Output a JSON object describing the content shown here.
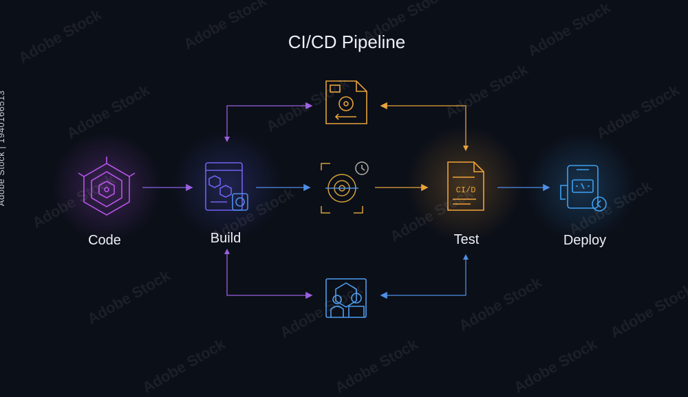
{
  "title": "CI/CD Pipeline",
  "stages": [
    {
      "label": "Code",
      "icon": "code-hexagon-icon",
      "color": "#b655e8"
    },
    {
      "label": "Build",
      "icon": "build-window-gears-icon",
      "color": "#6f63f2"
    },
    {
      "label": "",
      "icon": "integration-gears-icon",
      "color": "#d6a33a"
    },
    {
      "label": "Test",
      "icon": "test-document-icon",
      "color": "#f2a43a"
    },
    {
      "label": "Deploy",
      "icon": "deploy-device-icon",
      "color": "#3ea1f2"
    }
  ],
  "test_doc_text": "CI/D",
  "feedback_icons": {
    "top": {
      "icon": "file-settings-icon",
      "color": "#e8a33a"
    },
    "bottom": {
      "icon": "team-review-icon",
      "color": "#4d9ef0"
    }
  },
  "watermark": "Adobe Stock",
  "stock_id": "1940166513"
}
